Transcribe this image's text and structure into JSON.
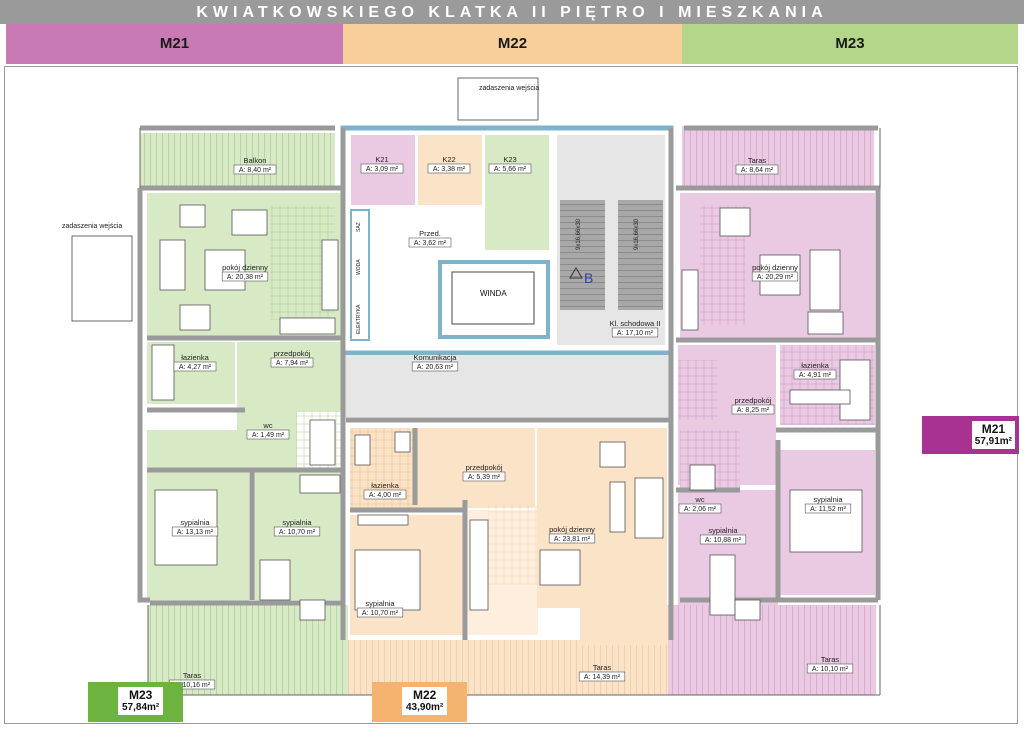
{
  "title": "KWIATKOWSKIEGO KLATKA II PIĘTRO I MIESZKANIA",
  "apartments": [
    {
      "label": "M21",
      "color": "#c97ab4"
    },
    {
      "label": "M22",
      "color": "#f8cf9b"
    },
    {
      "label": "M23",
      "color": "#b3d68b"
    }
  ],
  "colors": {
    "m21_room": "#eac9e3",
    "m23_room": "#d7eac5",
    "m22_room": "#fbe3c7",
    "storage_k21": "#eac9e3",
    "storage_k22": "#fbe3c7",
    "storage_k23": "#d7eac5",
    "common": "#e6e6e6",
    "wall": "#9a9a9a",
    "outline": "#7fb3cc"
  },
  "annotations": {
    "entrance_roof": "zadaszenia wejścia",
    "stair_dims": "9x16,66x30",
    "lift": "WINDA",
    "elevator_marker": "B",
    "shafts": [
      "SAZ",
      "WODA",
      "ELEKTRYKA"
    ]
  },
  "area_prefix": "A:",
  "rooms": [
    {
      "id": "m23-balkon",
      "name": "Balkon",
      "area": "8,40 m²"
    },
    {
      "id": "m23-pokoj",
      "name": "pokój dzienny",
      "area": "20,38 m²"
    },
    {
      "id": "m23-lazienka",
      "name": "łazienka",
      "area": "4,27 m²"
    },
    {
      "id": "m23-przedpokoj",
      "name": "przedpokój",
      "area": "7,94 m²"
    },
    {
      "id": "m23-wc",
      "name": "wc",
      "area": "1,49 m²"
    },
    {
      "id": "m23-sypialnia1",
      "name": "sypialnia",
      "area": "13,13 m²"
    },
    {
      "id": "m23-sypialnia2",
      "name": "sypialnia",
      "area": "10,70 m²"
    },
    {
      "id": "m23-taras",
      "name": "Taras",
      "area": "10,16 m²"
    },
    {
      "id": "k21",
      "name": "K21",
      "area": "3,09 m²"
    },
    {
      "id": "k22",
      "name": "K22",
      "area": "3,38 m²"
    },
    {
      "id": "k23",
      "name": "K23",
      "area": "5,66 m²"
    },
    {
      "id": "przed",
      "name": "Przed.",
      "area": "3,62 m²"
    },
    {
      "id": "klatka",
      "name": "Kl. schodowa II",
      "area": "17,10 m²"
    },
    {
      "id": "komunikacja",
      "name": "Komunikacja",
      "area": "20,63 m²"
    },
    {
      "id": "m21-taras-top",
      "name": "Taras",
      "area": "8,64 m²"
    },
    {
      "id": "m21-pokoj",
      "name": "pokój dzienny",
      "area": "20,29 m²"
    },
    {
      "id": "m21-przedpokoj",
      "name": "przedpokój",
      "area": "8,25 m²"
    },
    {
      "id": "m21-lazienka",
      "name": "łazienka",
      "area": "4,91 m²"
    },
    {
      "id": "m21-wc",
      "name": "wc",
      "area": "2,06 m²"
    },
    {
      "id": "m21-sypialnia1",
      "name": "sypialnia",
      "area": "10,88 m²"
    },
    {
      "id": "m21-sypialnia2",
      "name": "sypialnia",
      "area": "11,52 m²"
    },
    {
      "id": "m21-taras",
      "name": "Taras",
      "area": "10,10 m²"
    },
    {
      "id": "m22-lazienka",
      "name": "łazienka",
      "area": "4,00 m²"
    },
    {
      "id": "m22-przedpokoj",
      "name": "przedpokój",
      "area": "5,39 m²"
    },
    {
      "id": "m22-pokoj",
      "name": "pokój dzienny",
      "area": "23,81 m²"
    },
    {
      "id": "m22-sypialnia",
      "name": "sypialnia",
      "area": "10,70 m²"
    },
    {
      "id": "m22-taras",
      "name": "Taras",
      "area": "14,39 m²"
    }
  ],
  "totals": [
    {
      "label": "M21",
      "area": "57,91m²",
      "color": "#a8328f"
    },
    {
      "label": "M23",
      "area": "57,84m²",
      "color": "#6cb43f"
    },
    {
      "label": "M22",
      "area": "43,90m²",
      "color": "#f5b370"
    }
  ]
}
